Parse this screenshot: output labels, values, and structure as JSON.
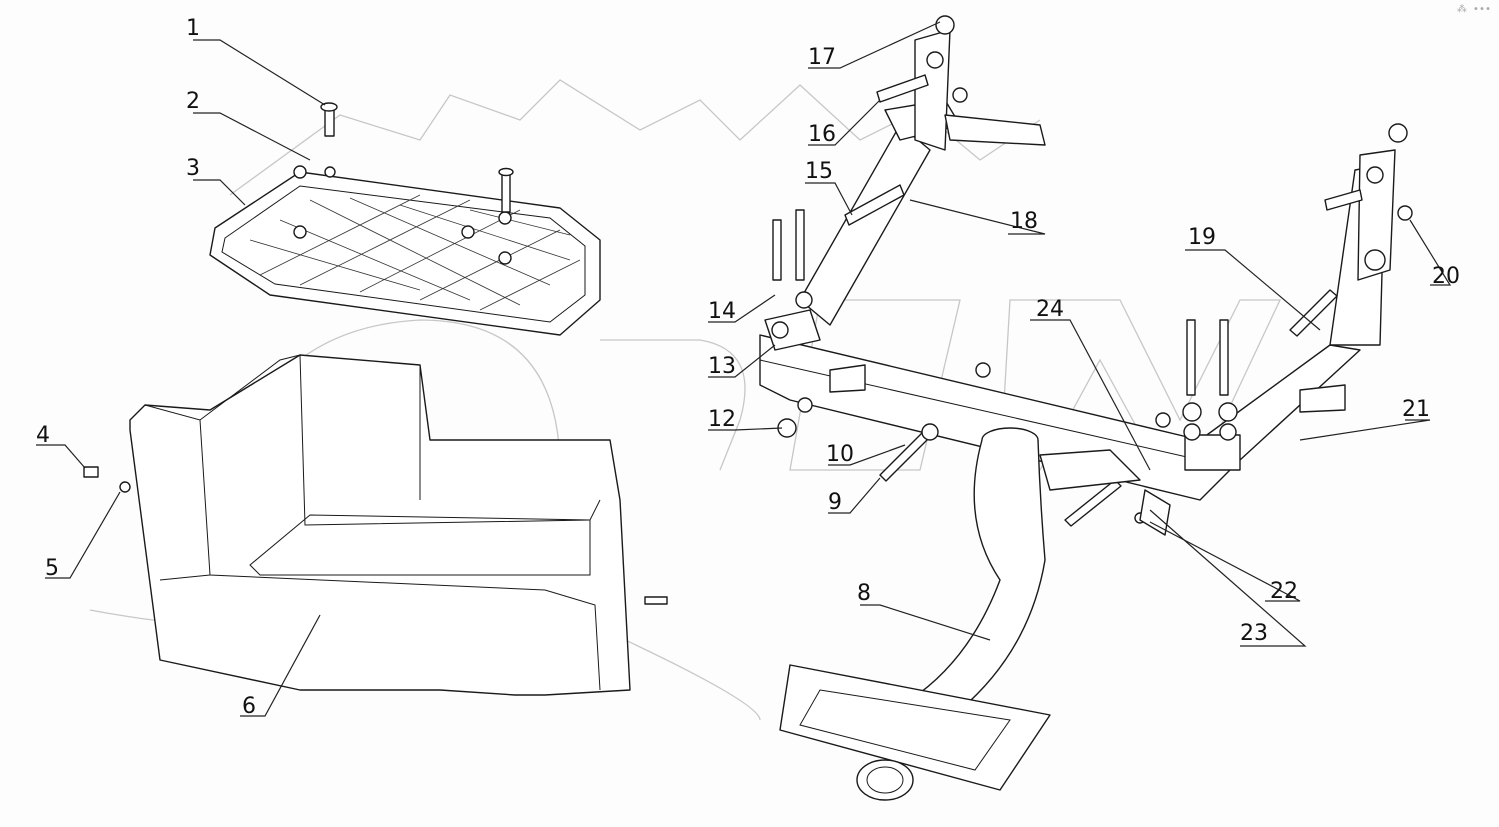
{
  "diagram": {
    "callouts": [
      "1",
      "2",
      "3",
      "4",
      "5",
      "6",
      "8",
      "9",
      "10",
      "12",
      "13",
      "14",
      "15",
      "16",
      "17",
      "18",
      "19",
      "20",
      "21",
      "22",
      "23",
      "24"
    ]
  }
}
